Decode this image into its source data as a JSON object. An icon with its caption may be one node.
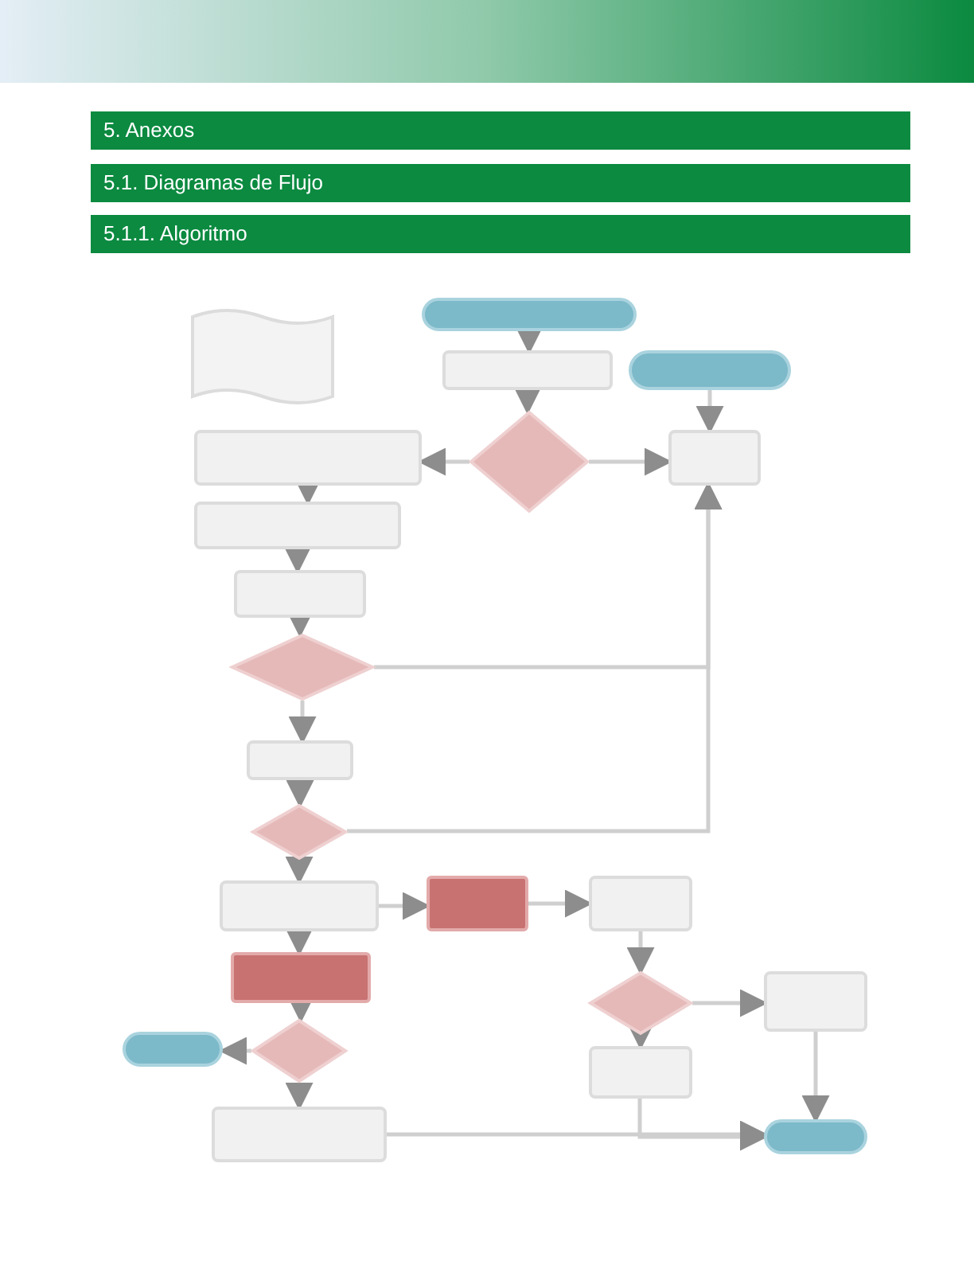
{
  "diagram": {
    "nodes": [
      {
        "text": [],
        "shape": "document"
      },
      {
        "text": [],
        "shape": "pill"
      },
      {
        "text": [],
        "shape": "box"
      },
      {
        "text": [],
        "shape": "diamond"
      },
      {
        "text": [],
        "shape": "pill"
      },
      {
        "text": [],
        "shape": "box"
      },
      {
        "text": [],
        "shape": "box"
      },
      {
        "text": [],
        "shape": "box"
      },
      {
        "text": [],
        "shape": "box"
      },
      {
        "text": [],
        "shape": "diamond"
      },
      {
        "text": [],
        "shape": "box"
      },
      {
        "text": [],
        "shape": "diamond"
      },
      {
        "text": [],
        "shape": "box"
      },
      {
        "text": [],
        "shape": "box"
      },
      {
        "text": [],
        "shape": "box"
      },
      {
        "text": [],
        "shape": "box"
      },
      {
        "text": [],
        "shape": "diamond"
      },
      {
        "text": [],
        "shape": "box"
      },
      {
        "text": [],
        "shape": "pill"
      },
      {
        "text": [],
        "shape": "diamond"
      },
      {
        "text": [],
        "shape": "box"
      },
      {
        "text": [],
        "shape": "box"
      },
      {
        "text": [],
        "shape": "pill"
      }
    ],
    "edges": [
      {
        "from": 1,
        "to": 2,
        "arrow": "to"
      },
      {
        "from": 2,
        "to": 3,
        "arrow": "to"
      },
      {
        "from": 3,
        "to": 6,
        "arrow": "to"
      },
      {
        "from": 3,
        "to": 5,
        "arrow": "to"
      },
      {
        "from": 4,
        "to": 5,
        "arrow": "to"
      },
      {
        "from": 6,
        "to": 7,
        "arrow": "to"
      },
      {
        "from": 7,
        "to": 8,
        "arrow": "to"
      },
      {
        "from": 8,
        "to": 9,
        "arrow": "to"
      },
      {
        "from": 9,
        "to": 5,
        "arrow": "to"
      },
      {
        "from": 9,
        "to": 10,
        "arrow": "to"
      },
      {
        "from": 10,
        "to": 11,
        "arrow": "to"
      },
      {
        "from": 11,
        "to": 5,
        "arrow": "to"
      },
      {
        "from": 11,
        "to": 12,
        "arrow": "to"
      },
      {
        "from": 12,
        "to": 13,
        "arrow": "to"
      },
      {
        "from": 13,
        "to": 14,
        "arrow": "to"
      },
      {
        "from": 12,
        "to": 15,
        "arrow": "to"
      },
      {
        "from": 15,
        "to": 19,
        "arrow": "to"
      },
      {
        "from": 19,
        "to": 18,
        "arrow": "to"
      },
      {
        "from": 19,
        "to": 21,
        "arrow": "to"
      },
      {
        "from": 14,
        "to": 16,
        "arrow": "to"
      },
      {
        "from": 16,
        "to": 17,
        "arrow": "to"
      },
      {
        "from": 16,
        "to": 20,
        "arrow": "to"
      },
      {
        "from": 20,
        "to": 22,
        "arrow": "to"
      },
      {
        "from": 21,
        "to": 22,
        "arrow": "to"
      },
      {
        "from": 17,
        "to": 22,
        "arrow": "to"
      }
    ],
    "labels": [
      "5. Anexos",
      "5.1. Diagramas de Flujo",
      "5.1.1. Algoritmo"
    ]
  }
}
